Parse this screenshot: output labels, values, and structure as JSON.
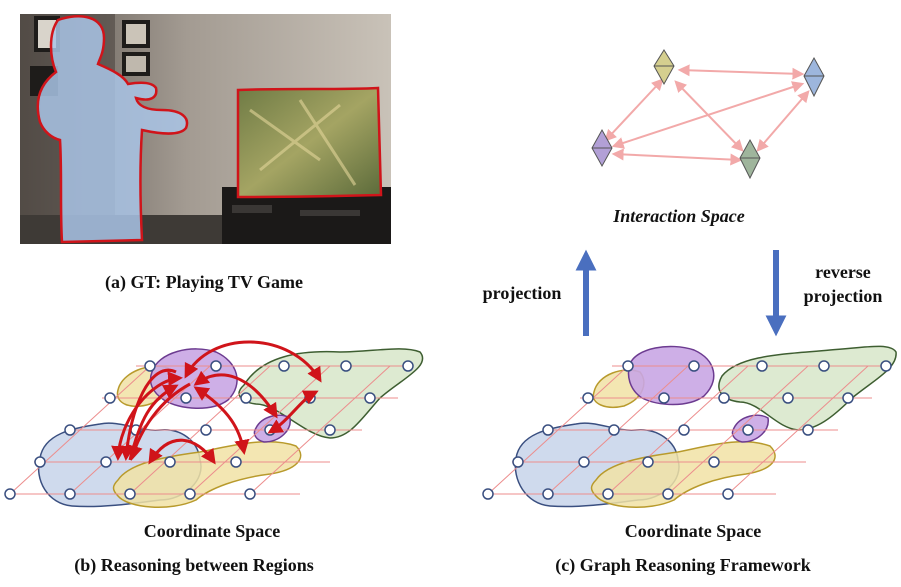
{
  "photo": {
    "visible": true
  },
  "captions": {
    "a": "(a) GT: Playing TV Game",
    "b": "(b) Reasoning between Regions",
    "c": "(c) Graph Reasoning Framework",
    "coord_b": "Coordinate Space",
    "coord_c": "Coordinate Space",
    "interaction": "Interaction Space",
    "projection": "projection",
    "reverse_1": "reverse",
    "reverse_2": "projection"
  },
  "colors": {
    "region_purple": "#c9a6e4",
    "region_green": "#d7e6c9",
    "region_blue": "#c7d4ea",
    "region_yellow": "#f1e2a4",
    "arrow_red": "#d0141a",
    "arrow_blue": "#4a6fbf",
    "edge_pink": "#f2a9a9"
  }
}
